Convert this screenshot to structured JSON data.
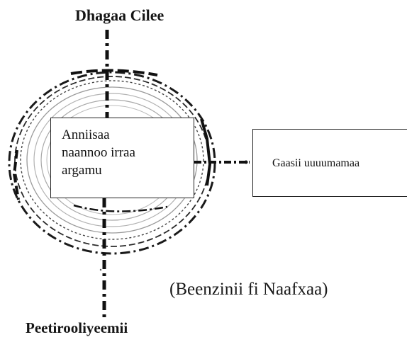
{
  "labels": {
    "top": "Dhagaa Cilee",
    "bottom": "Peetirooliyeemii",
    "center_box": [
      "Anniisaa",
      "naannoo irraa",
      "argamu"
    ],
    "right_box": "Gaasii uuuumamaa",
    "caption": "(Beenzinii fi Naafxaa)"
  },
  "colors": {
    "ink": "#111111",
    "rings_grey": "#9a9a9a",
    "background": "#ffffff"
  }
}
